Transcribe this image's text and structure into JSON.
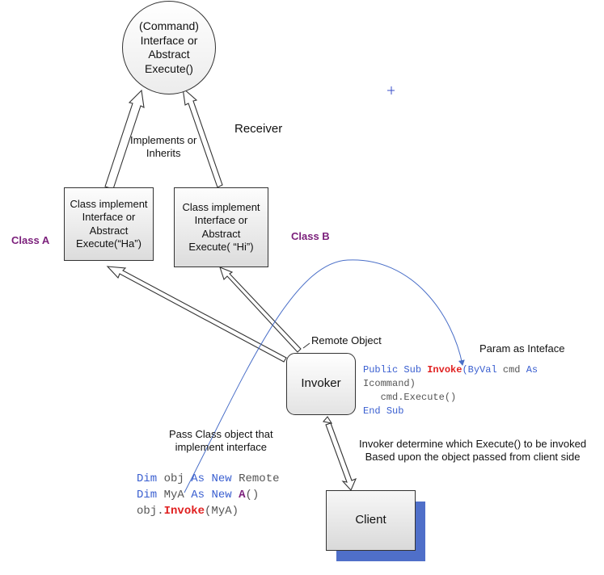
{
  "nodes": {
    "command_interface": [
      "(Command)",
      "Interface or",
      "Abstract",
      "Execute()"
    ],
    "class_a_box": [
      "Class implement",
      "Interface or",
      "Abstract",
      "Execute(“Ha”)"
    ],
    "class_b_box": [
      "Class implement",
      "Interface or",
      "Abstract",
      "Execute( “Hi”)"
    ],
    "invoker": "Invoker",
    "client": "Client"
  },
  "labels": {
    "receiver": "Receiver",
    "implements": [
      "Implements or",
      "Inherits"
    ],
    "class_a": "Class A",
    "class_b": "Class B",
    "remote_object": "Remote Object",
    "param_as_interface": "Param as Inteface",
    "pass_class_object": [
      "Pass Class object that",
      "implement  interface"
    ],
    "invoker_determine": [
      "Invoker determine which Execute() to be invoked",
      "Based upon the object passed from client side"
    ]
  },
  "code_invoke": {
    "public": "Public",
    "sub": "Sub",
    "invoke": "Invoke",
    "byval": "(ByVal",
    "cmd": "cmd",
    "as": "As",
    "icommand": "Icommand)",
    "execute": "cmd.Execute()",
    "end": "End",
    "end_sub": "Sub"
  },
  "code_client": {
    "dim1": "Dim",
    "obj": "obj",
    "as1": "As",
    "new1": "New",
    "remote": "Remote",
    "dim2": "Dim",
    "mya": "MyA",
    "as2": "As",
    "new2": "New",
    "a": "A",
    "parens": "()",
    "obj_dot": "obj.",
    "invoke": "Invoke",
    "arg": "(MyA)"
  },
  "colors": {
    "keyword": "#3a5fd0",
    "highlight": "#e02020",
    "class_label": "#7b1f7b",
    "client_shadow": "#4f6fc9",
    "curve": "#4a6fc8"
  }
}
